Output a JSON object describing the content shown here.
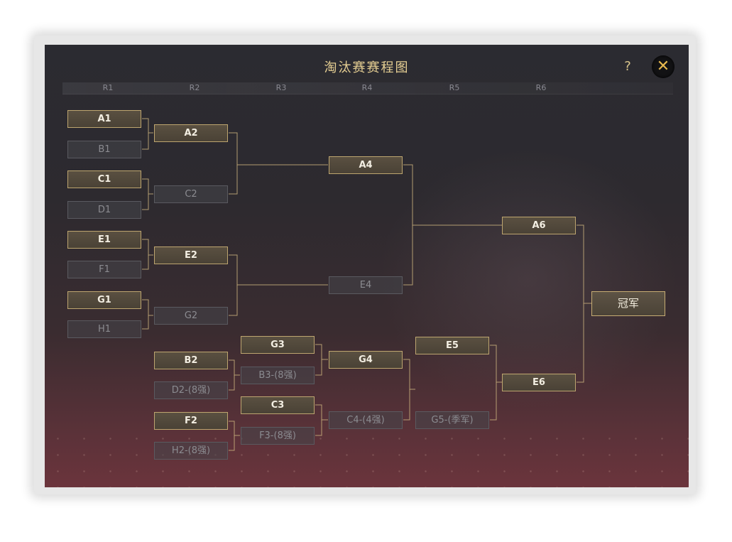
{
  "window": {
    "title": "淘汰赛赛程图",
    "help_label": "?",
    "close_label": "✕"
  },
  "rounds": [
    "R1",
    "R2",
    "R3",
    "R4",
    "R5",
    "R6"
  ],
  "bracket": {
    "r1": [
      {
        "label": "A1",
        "status": "win"
      },
      {
        "label": "B1",
        "status": "lose"
      },
      {
        "label": "C1",
        "status": "win"
      },
      {
        "label": "D1",
        "status": "lose"
      },
      {
        "label": "E1",
        "status": "win"
      },
      {
        "label": "F1",
        "status": "lose"
      },
      {
        "label": "G1",
        "status": "win"
      },
      {
        "label": "H1",
        "status": "lose"
      }
    ],
    "r2_upper": [
      {
        "label": "A2",
        "status": "win"
      },
      {
        "label": "C2",
        "status": "lose"
      },
      {
        "label": "E2",
        "status": "win"
      },
      {
        "label": "G2",
        "status": "lose"
      }
    ],
    "r2_lower": [
      {
        "label": "B2",
        "status": "win"
      },
      {
        "label": "D2-(8强)",
        "status": "lose"
      },
      {
        "label": "F2",
        "status": "win"
      },
      {
        "label": "H2-(8强)",
        "status": "lose"
      }
    ],
    "r3_lower": [
      {
        "label": "G3",
        "status": "win"
      },
      {
        "label": "B3-(8强)",
        "status": "lose"
      },
      {
        "label": "C3",
        "status": "win"
      },
      {
        "label": "F3-(8强)",
        "status": "lose"
      }
    ],
    "r4": [
      {
        "label": "A4",
        "status": "win"
      },
      {
        "label": "E4",
        "status": "lose"
      },
      {
        "label": "G4",
        "status": "win"
      },
      {
        "label": "C4-(4强)",
        "status": "lose"
      }
    ],
    "r5": [
      {
        "label": "E5",
        "status": "win"
      },
      {
        "label": "G5-(季军)",
        "status": "lose"
      }
    ],
    "r6": [
      {
        "label": "A6",
        "status": "win"
      },
      {
        "label": "E6",
        "status": "win"
      }
    ],
    "champion": {
      "label": "冠军"
    }
  }
}
